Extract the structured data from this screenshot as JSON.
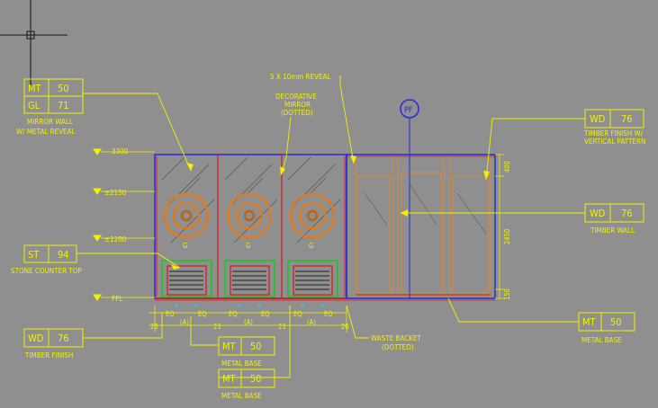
{
  "colors": {
    "background": "#8f8f8f",
    "annotation": "#f2f200",
    "outline_blue": "#2a2ad8",
    "outline_red": "#d81818",
    "timber_orange": "#d88a3a",
    "ring_orange": "#e07a20",
    "green": "#19c919",
    "cyan": "#30d0d0"
  },
  "tags": {
    "mirror_wall": {
      "top_code": "MT",
      "top_num": "50",
      "bot_code": "GL",
      "bot_num": "71",
      "caption1": "MIRROR WALL",
      "caption2": "W/ METAL REVEAL"
    },
    "stone_counter": {
      "code": "ST",
      "num": "94",
      "caption": "STONE COUNTER TOP"
    },
    "timber_finish_left": {
      "code": "WD",
      "num": "76",
      "caption": "TIMBER FINISH"
    },
    "metal_base_1": {
      "code": "MT",
      "num": "50",
      "caption": "METAL BASE"
    },
    "metal_base_2": {
      "code": "MT",
      "num": "50",
      "caption": "METAL BASE"
    },
    "metal_base_right": {
      "code": "MT",
      "num": "50",
      "caption": "METAL BASE"
    },
    "timber_finish_vertical": {
      "code": "WD",
      "num": "76",
      "caption1": "TIMBER FINISH W/",
      "caption2": "VERTICAL PATTERN"
    },
    "timber_wall": {
      "code": "WD",
      "num": "76",
      "caption": "TIMBER WALL"
    }
  },
  "notes": {
    "reveal": "5 X 10mm REVEAL",
    "mirror_1": "DECORATIVE",
    "mirror_2": "MIRROR",
    "mirror_3": "(DOTTED)",
    "waste_1": "WASTE BACKET",
    "waste_2": "(DOTTED)",
    "pf": "PF"
  },
  "levels": {
    "l3300": "3300",
    "l2150": "±2150",
    "l1200": "±1200",
    "ffl": "FFL"
  },
  "dims": {
    "eq": "EQ",
    "a": "(A)",
    "d23": "23",
    "d20": "20",
    "d400": "400",
    "d2450": "2450",
    "d150": "150",
    "g": "G"
  }
}
